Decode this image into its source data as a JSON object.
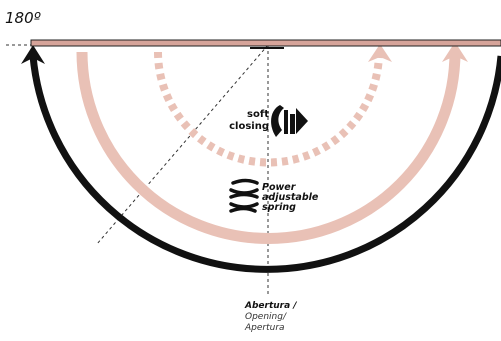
{
  "angle_label": "180º",
  "soft_closing": {
    "line1": "soft",
    "line2": "closing"
  },
  "spring": {
    "line1": "Power",
    "line2": "adjustable",
    "line3": "spring"
  },
  "opening": {
    "line1": "Abertura /",
    "line2": "Opening/",
    "line3": "Apertura"
  },
  "colors": {
    "door": "#d6a49a",
    "door_outline": "#222222",
    "arc_black": "#111111",
    "arc_pink": "#e9c1b6"
  },
  "icons": [
    "soft-closing-icon",
    "spring-icon",
    "arrow-head-icon"
  ]
}
